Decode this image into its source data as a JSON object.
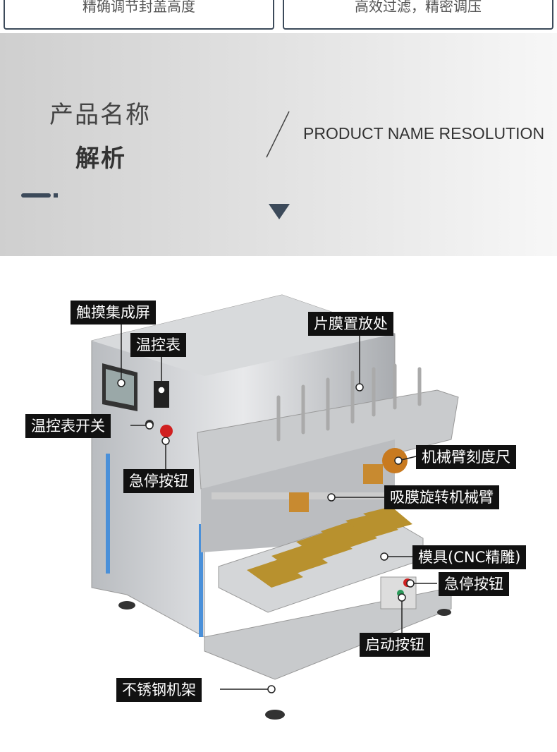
{
  "top_cards": [
    "精确调节封盖高度",
    "高效过滤，精密调压"
  ],
  "section": {
    "title": "产品名称",
    "subtitle": "解析",
    "english": "PRODUCT NAME RESOLUTION"
  },
  "labels": {
    "touch_screen": "触摸集成屏",
    "temp_controller": "温控表",
    "temp_switch": "温控表开关",
    "estop_left": "急停按钮",
    "film_holder": "片膜置放处",
    "arm_scale": "机械臂刻度尺",
    "suction_arm": "吸膜旋转机械臂",
    "mold": "模具(CNC精雕)",
    "estop_right": "急停按钮",
    "start_button": "启动按钮",
    "frame": "不锈钢机架"
  }
}
